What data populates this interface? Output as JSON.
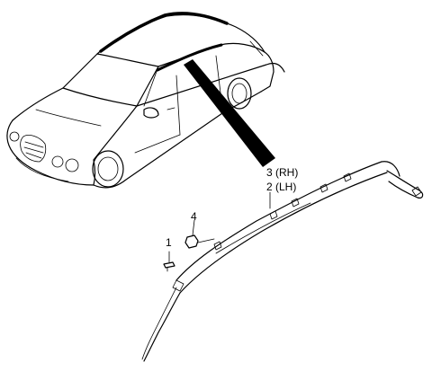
{
  "diagram": {
    "callouts": [
      {
        "id": "rh",
        "text": "3 (RH)"
      },
      {
        "id": "lh",
        "text": "2 (LH)"
      },
      {
        "id": "bolt",
        "text": "4"
      },
      {
        "id": "clip",
        "text": "1"
      }
    ]
  }
}
